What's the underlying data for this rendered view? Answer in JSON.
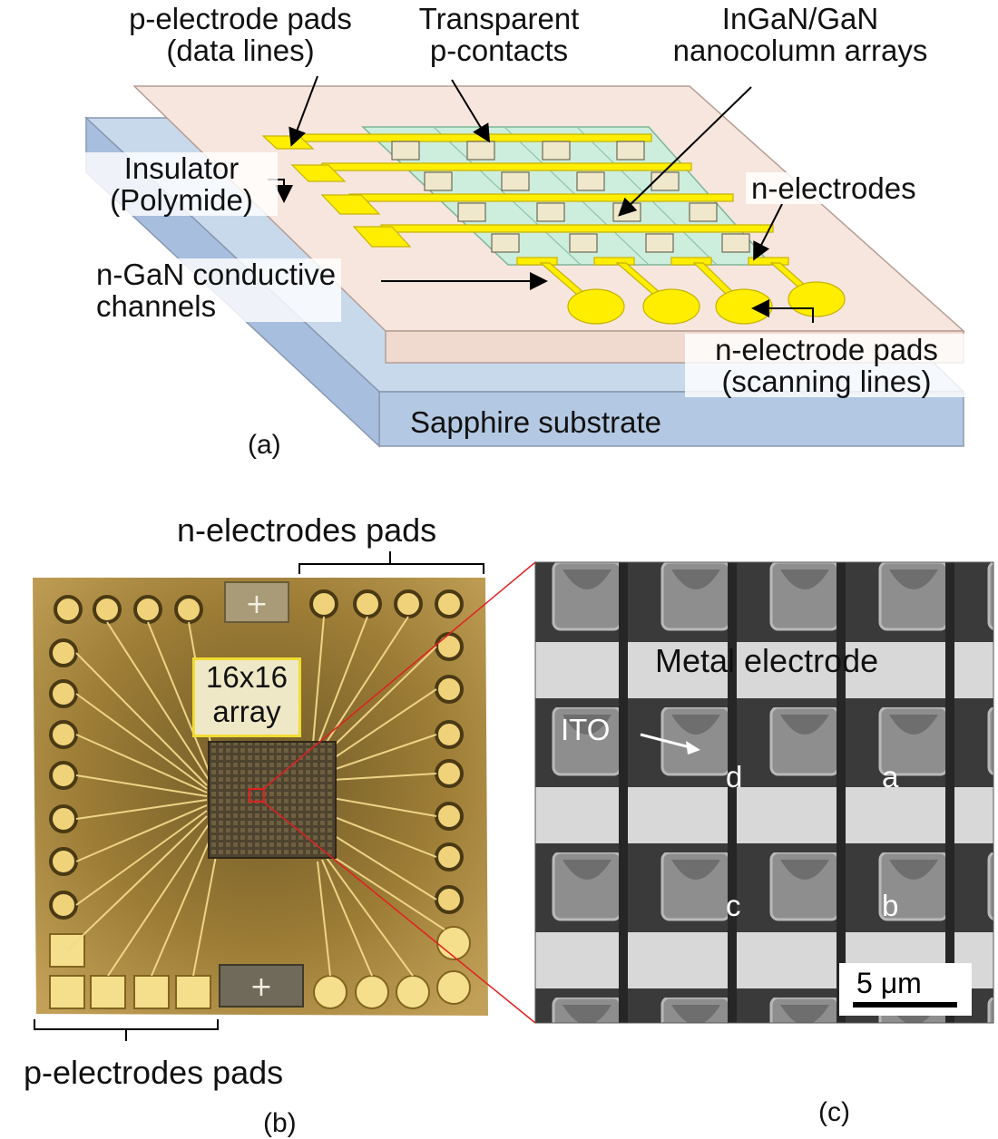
{
  "panel_a": {
    "letter": "(a)",
    "labels": {
      "p_electrode_pads_l1": "p-electrode pads",
      "p_electrode_pads_l2": "(data lines)",
      "transparent_l1": "Transparent",
      "transparent_l2": "p-contacts",
      "nanocolumn_l1": "InGaN/GaN",
      "nanocolumn_l2": "nanocolumn arrays",
      "insulator_l1": "Insulator",
      "insulator_l2": "(Polymide)",
      "n_electrodes": "n-electrodes",
      "ngan_l1": "n-GaN conductive",
      "ngan_l2": "channels",
      "n_pads_l1": "n-electrode pads",
      "n_pads_l2": "(scanning lines)",
      "sapphire": "Sapphire substrate"
    }
  },
  "panel_b": {
    "letter": "(b)",
    "n_pads_label": "n-electrodes pads",
    "p_pads_label": "p-electrodes pads",
    "array_l1": "16x16",
    "array_l2": "array"
  },
  "panel_c": {
    "letter": "(c)",
    "metal_electrode": "Metal electrode",
    "ito": "ITO",
    "pixel_a": "a",
    "pixel_b": "b",
    "pixel_c": "c",
    "pixel_d": "d",
    "scale_bar": "5 μm"
  },
  "colors": {
    "sapphire": "#c9d9ec",
    "insulator": "#f6e6de",
    "channel": "#cdeedd",
    "electrode": "#ffee00",
    "chip": "#b8953a",
    "sem_bg": "#555555"
  }
}
